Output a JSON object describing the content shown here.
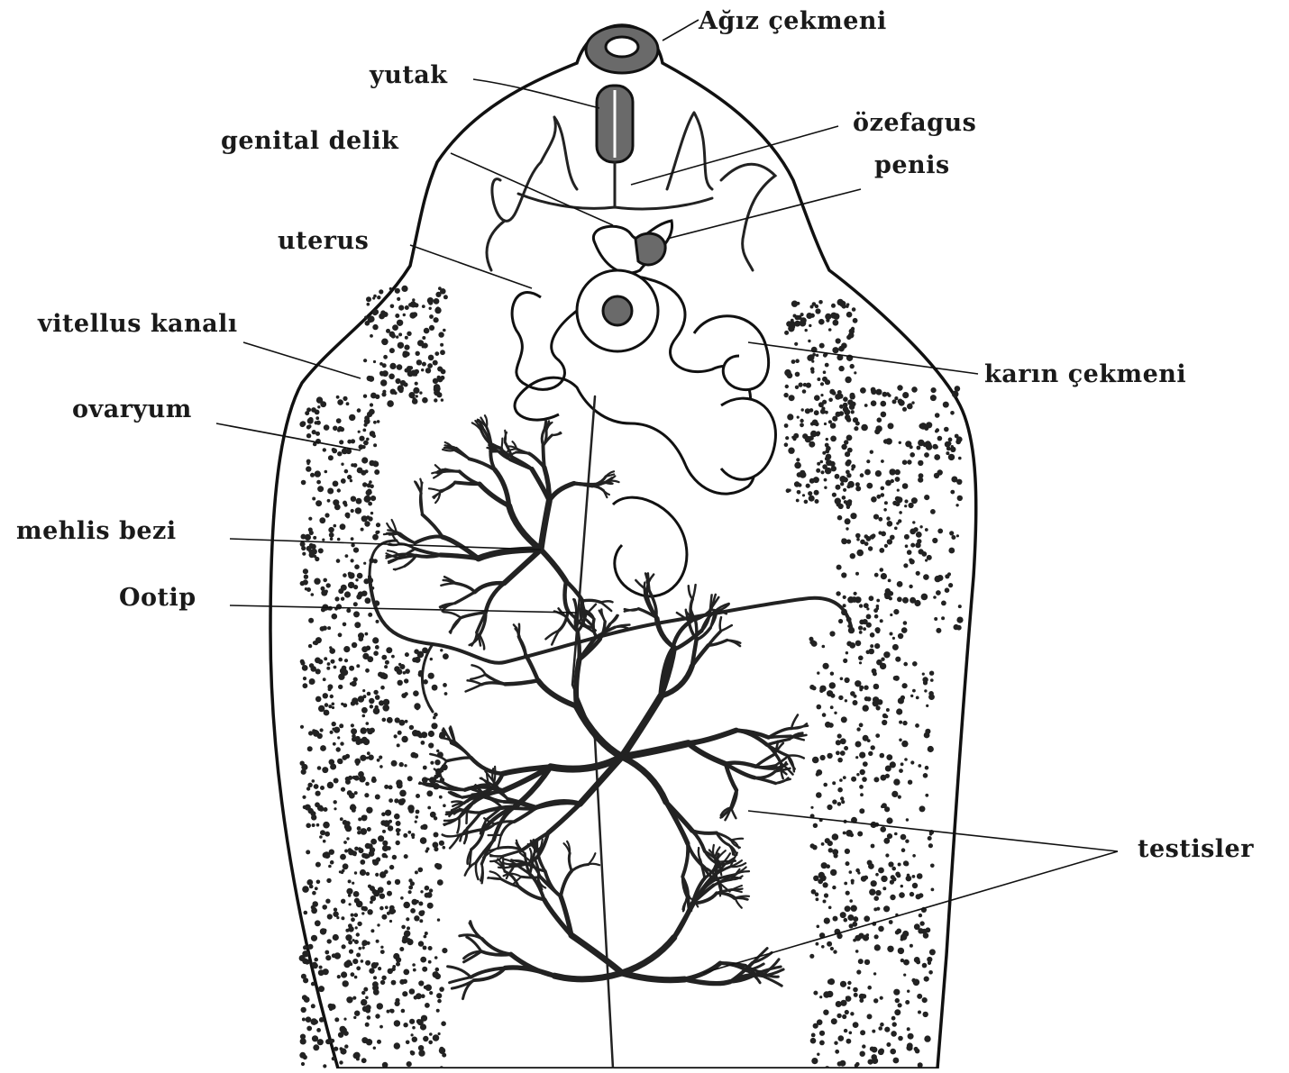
{
  "labels": {
    "agiz_cekmeni": "Ağız çekmeni",
    "yutak": "yutak",
    "ozefagus": "özefagus",
    "genital_delik": "genital delik",
    "penis": "penis",
    "uterus": "uterus",
    "vitellus_kanali": "vitellus kanalı",
    "karin_cekmeni": "karın çekmeni",
    "ovaryum": "ovaryum",
    "mehlis_bezi": "mehlis bezi",
    "ootip": "Ootip",
    "testisler": "testisler"
  }
}
